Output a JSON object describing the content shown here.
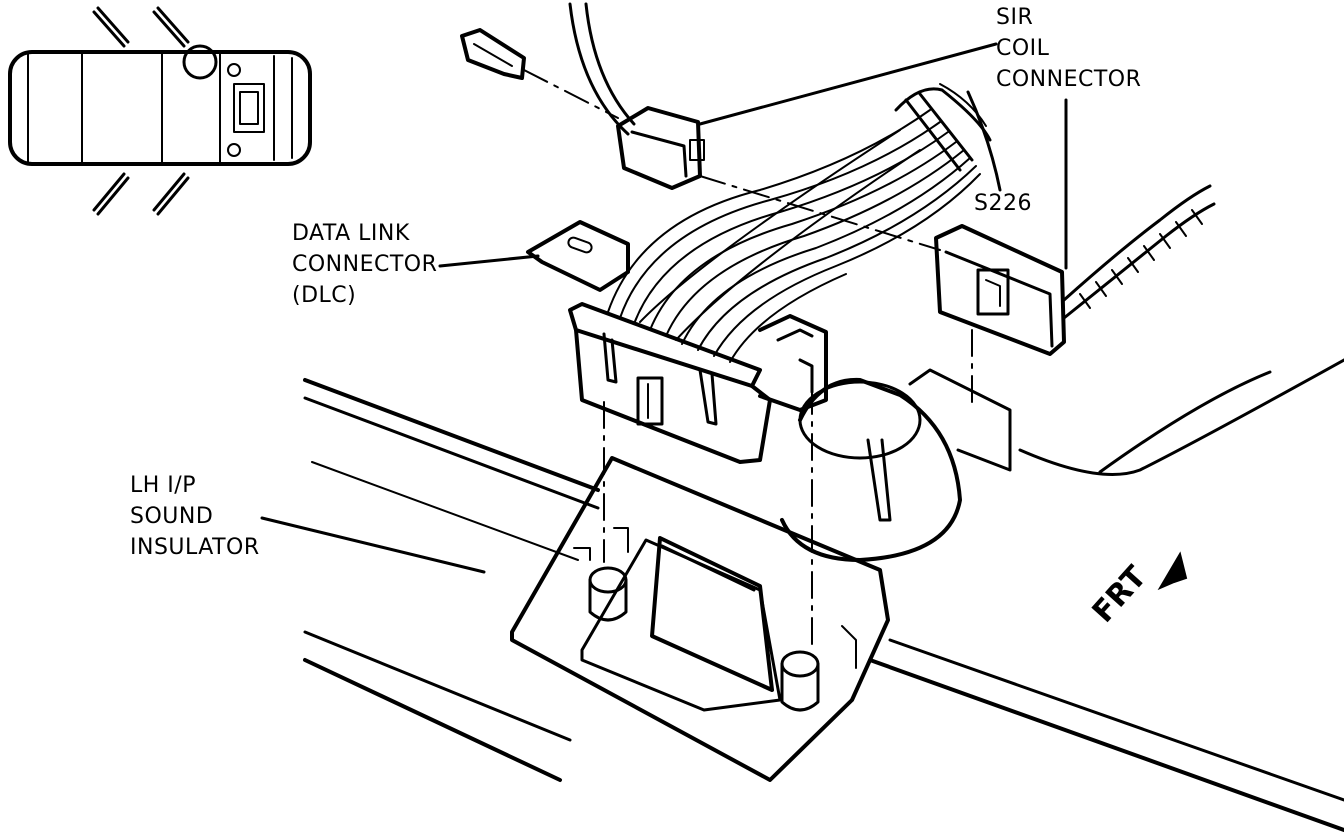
{
  "labels": {
    "sir_line1": "SIR",
    "sir_line2": "COIL",
    "sir_line3": "CONNECTOR",
    "splice": "S226",
    "dlc_line1": "DATA LINK",
    "dlc_line2": "CONNECTOR",
    "dlc_line3": "(DLC)",
    "insulator_line1": "LH I/P",
    "insulator_line2": "SOUND",
    "insulator_line3": "INSULATOR",
    "front_arrow": "FRT"
  },
  "icons": {
    "vehicle_locator": "vehicle-top-view-icon",
    "front_direction": "front-arrow-icon"
  }
}
